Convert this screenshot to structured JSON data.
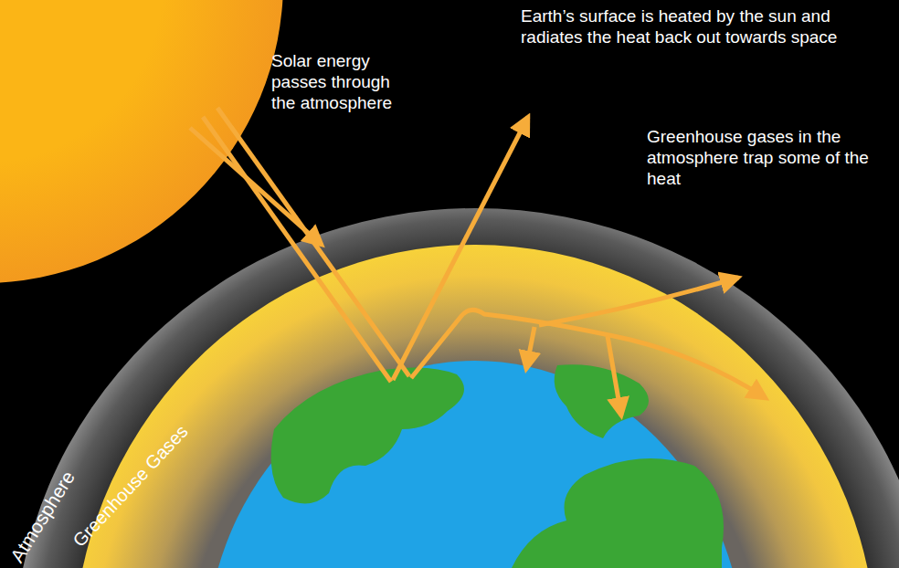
{
  "diagram": {
    "labels": [
      "Solar energy passes through the atmosphere",
      "Earth’s surface is heated by the sun and radiates the heat back out towards space",
      "Greenhouse gases in the atmosphere trap some of the heat",
      "Atmosphere",
      "Greenhouse Gases"
    ]
  }
}
